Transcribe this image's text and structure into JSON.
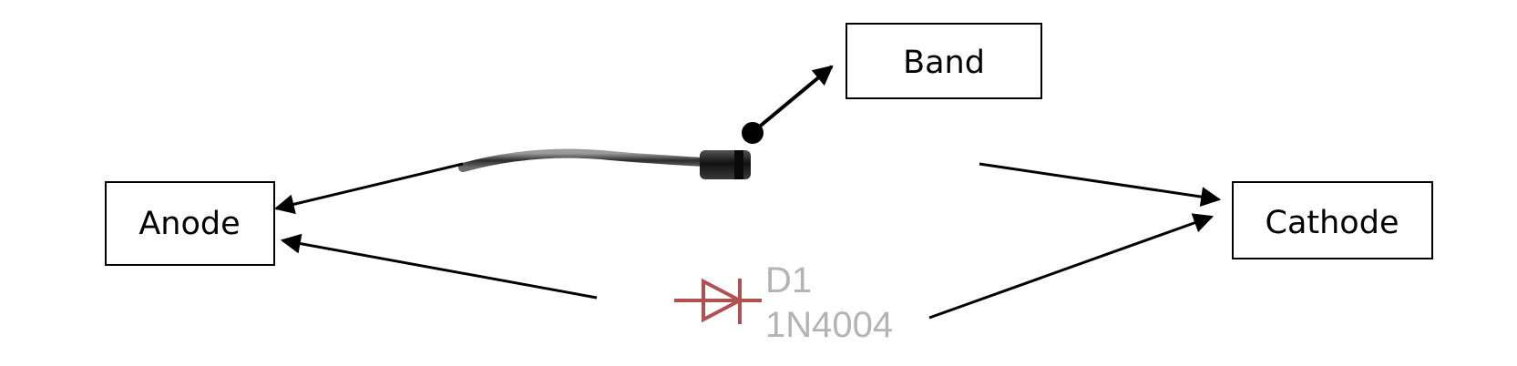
{
  "labels": {
    "band": "Band",
    "anode": "Anode",
    "cathode": "Cathode"
  },
  "symbol": {
    "designator": "D1",
    "part_number": "1N4004",
    "symbol_color": "#b05050",
    "text_color": "#b4b4b4"
  },
  "colors": {
    "line": "#000000",
    "box_border": "#000000",
    "diode_body": "#222222",
    "lead": "#333333"
  },
  "icons": {
    "arrowhead": "arrowhead-icon",
    "diode": "diode-symbol-icon"
  }
}
